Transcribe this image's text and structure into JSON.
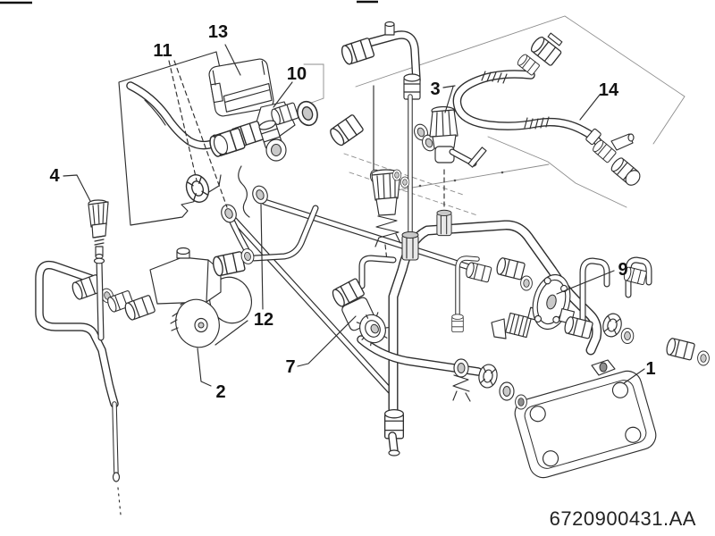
{
  "diagram_type": "exploded-parts-diagram",
  "part_number": "6720900431.AA",
  "callouts": {
    "c1": "1",
    "c2": "2",
    "c3": "3",
    "c4": "4",
    "c7": "7",
    "c9": "9",
    "c10": "10",
    "c11": "11",
    "c12": "12",
    "c13": "13",
    "c14": "14"
  },
  "colors": {
    "background": "#ffffff",
    "line_art": "#2e2e2e",
    "frame_lines": "#8c8c8c",
    "label_text": "#111111"
  }
}
